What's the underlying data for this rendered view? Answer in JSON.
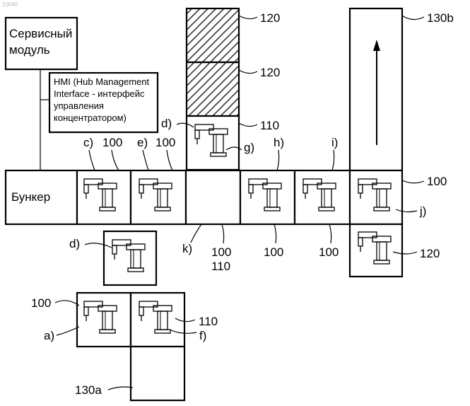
{
  "figure_number": "10040",
  "service_module": "Сервисный модуль",
  "hmi": [
    "HMI (Hub Management",
    "Interface - интерфейс",
    "управления",
    "концентратором)"
  ],
  "bunker": "Бункер",
  "refs": {
    "r120a": "120",
    "r120b": "120",
    "r130b": "130b",
    "r110top": "110",
    "r100c": "100",
    "r100e": "100",
    "r100right": "100",
    "r100k1": "100",
    "r110k": "110",
    "r100h": "100",
    "r100i": "100",
    "r120right": "120",
    "r100left": "100",
    "r110bottom": "110",
    "r130a": "130a"
  },
  "letters": {
    "c": "c)",
    "e": "e)",
    "d_top": "d)",
    "g": "g)",
    "h": "h)",
    "i": "i)",
    "j": "j)",
    "k": "k)",
    "d_mid": "d)",
    "a": "a)",
    "f": "f)"
  }
}
